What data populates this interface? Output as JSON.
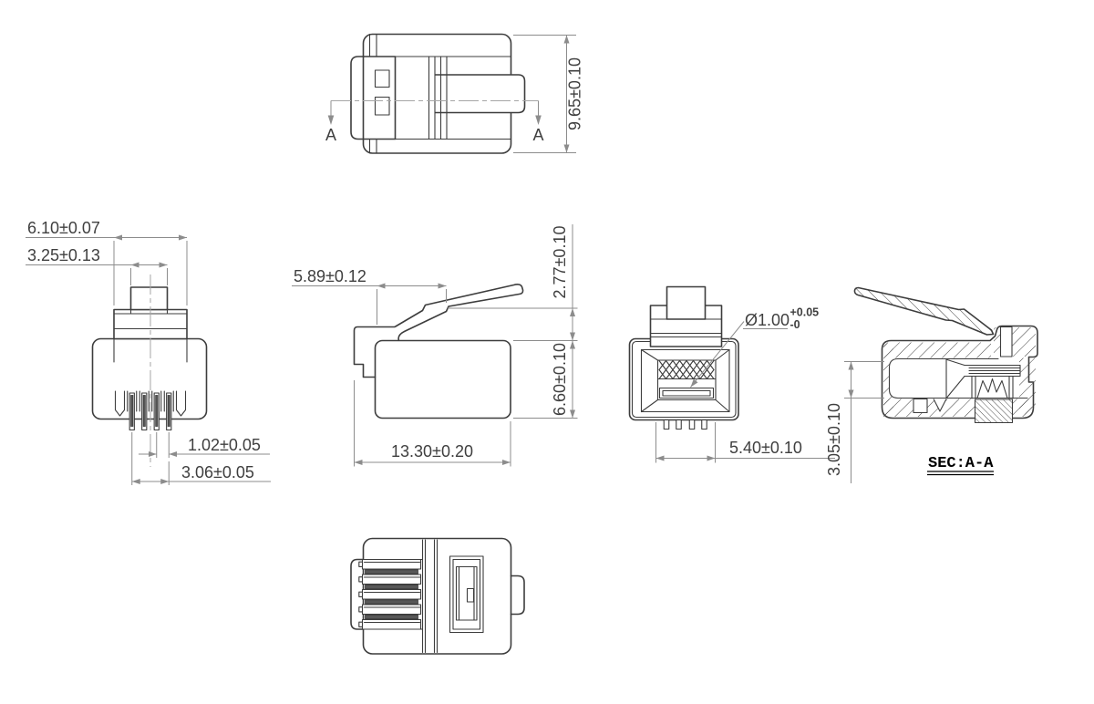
{
  "drawing": {
    "background": "#ffffff",
    "line_color": "#3d3d3d",
    "dim_color": "#8c8c8c",
    "text_color": "#3f3f3f",
    "views": {
      "top": {
        "dim_height": "9.65±0.10",
        "section_arrow_left": "A",
        "section_arrow_right": "A"
      },
      "front": {
        "dim_body_width": "6.10±0.07",
        "dim_latch_width": "3.25±0.13",
        "dim_contact_pitch": "1.02±0.05",
        "dim_contact_span": "3.06±0.05"
      },
      "side": {
        "dim_latch_reach": "5.89±0.12",
        "dim_latch_rise": "2.77±0.10",
        "dim_body_height": "6.60±0.10",
        "dim_body_length": "13.30±0.20"
      },
      "rear": {
        "dim_wire_diameter": "Ø1.00",
        "dim_wire_tol_plus": "+0.05",
        "dim_wire_tol_minus": "-0",
        "dim_opening_width": "5.40±0.10"
      },
      "section": {
        "dim_contact_depth": "3.05±0.10",
        "label": "SEC:A-A"
      }
    }
  }
}
